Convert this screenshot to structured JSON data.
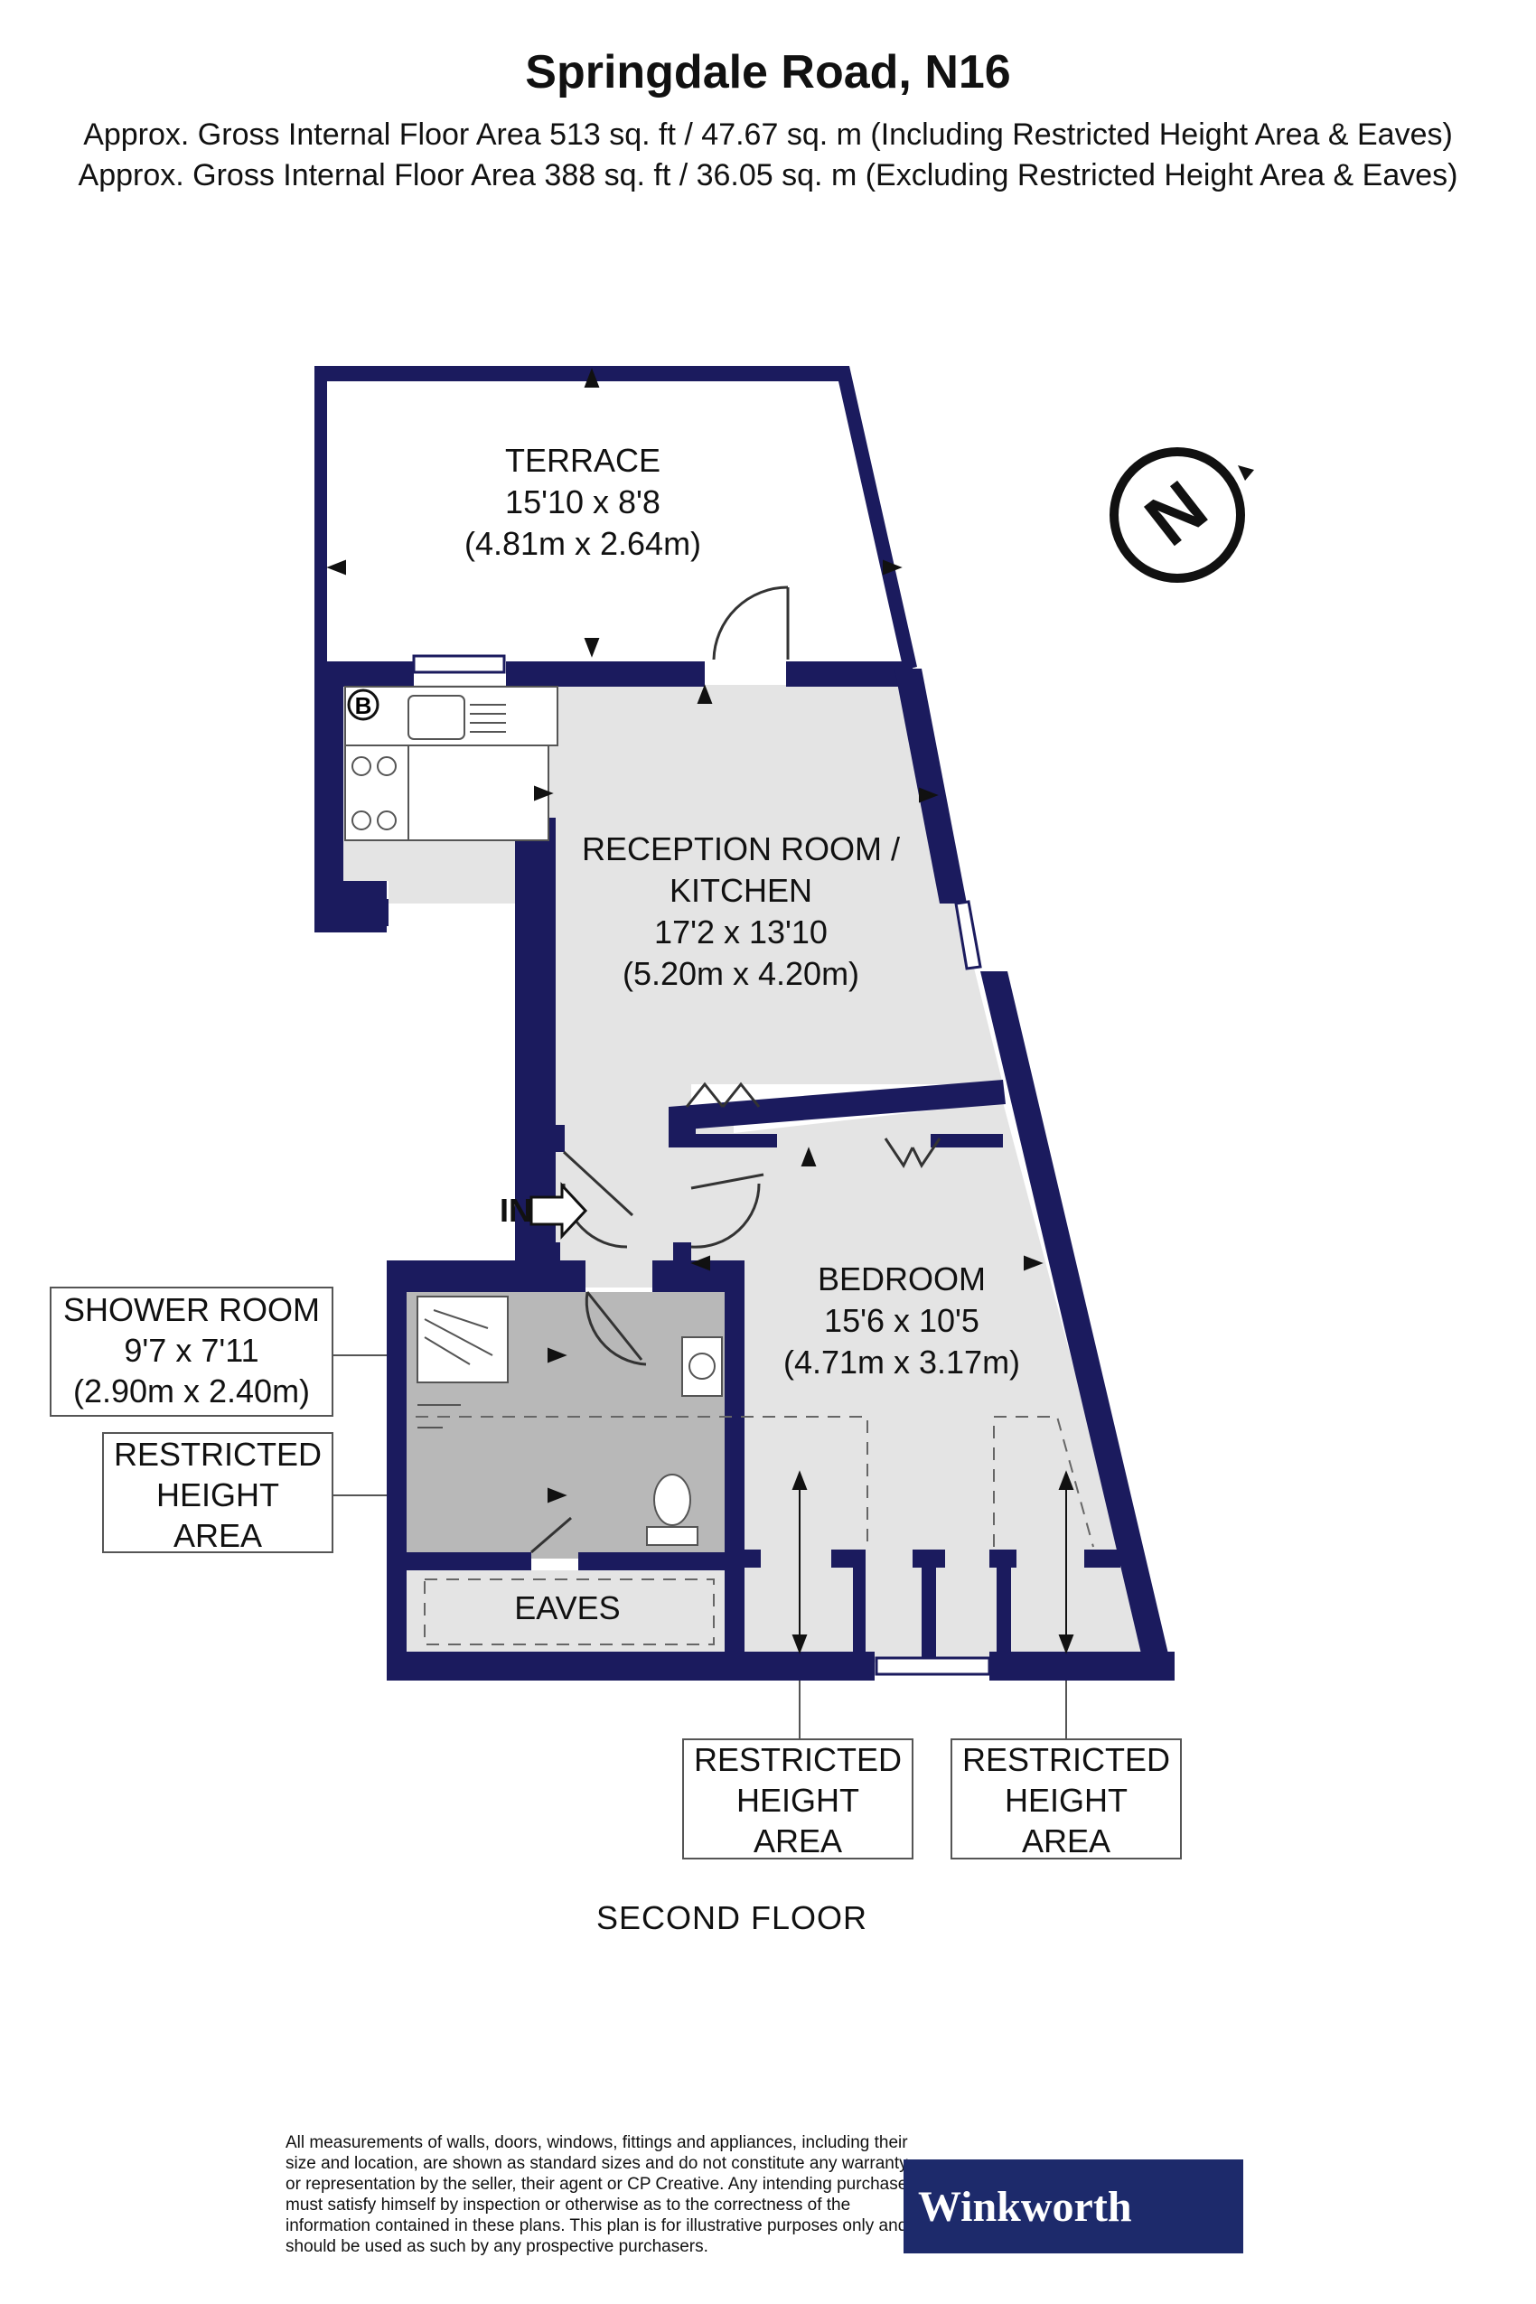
{
  "header": {
    "title": "Springdale Road, N16",
    "area_including": "Approx. Gross Internal Floor Area 513 sq. ft / 47.67 sq. m (Including Restricted Height Area & Eaves)",
    "area_excluding": "Approx. Gross Internal Floor Area 388 sq. ft / 36.05 sq. m (Excluding Restricted Height Area & Eaves)"
  },
  "rooms": {
    "terrace": {
      "name": "TERRACE",
      "imperial": "15'10 x 8'8",
      "metric": "(4.81m x 2.64m)"
    },
    "reception": {
      "name_line1": "RECEPTION ROOM /",
      "name_line2": "KITCHEN",
      "imperial": "17'2 x 13'10",
      "metric": "(5.20m x 4.20m)"
    },
    "bedroom": {
      "name": "BEDROOM",
      "imperial": "15'6 x 10'5",
      "metric": "(4.71m x 3.17m)"
    },
    "eaves": {
      "name": "EAVES"
    }
  },
  "callouts": {
    "shower_room": {
      "line1": "SHOWER ROOM",
      "line2": "9'7 x 7'11",
      "line3": "(2.90m x 2.40m)"
    },
    "restricted_left": {
      "line1": "RESTRICTED",
      "line2": "HEIGHT",
      "line3": "AREA"
    },
    "restricted_mid": {
      "line1": "RESTRICTED",
      "line2": "HEIGHT",
      "line3": "AREA"
    },
    "restricted_right": {
      "line1": "RESTRICTED",
      "line2": "HEIGHT",
      "line3": "AREA"
    }
  },
  "entrance_label": "IN",
  "boiler_label": "B",
  "compass_label": "N",
  "floor_label": "SECOND FLOOR",
  "disclaimer": "All measurements of walls, doors, windows, fittings and appliances, including their size and location, are shown as standard sizes and do not constitute any warranty or representation by the seller, their agent or CP Creative. Any intending purchaser must satisfy himself by inspection or otherwise as to the correctness of the information contained in these plans. This plan is for illustrative purposes only and should be used as such by any prospective purchasers.",
  "brand": "Winkworth",
  "colors": {
    "wall": "#1b1b5e",
    "floor_light": "#e4e4e4",
    "floor_dark": "#b8b8b8",
    "brand_bg": "#1d2a6b"
  }
}
